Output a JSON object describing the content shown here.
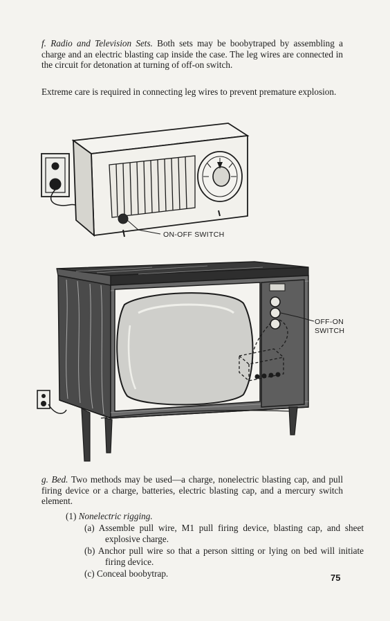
{
  "section_f": {
    "label": "f. Radio and Television Sets.",
    "body": " Both sets may be boobytraped by assembling a charge and an electric blasting cap inside the case. The leg wires are connected in the circuit for detonation at turning of off-on switch.",
    "caution": "Extreme care is required in connecting leg wires to prevent premature explosion."
  },
  "figure": {
    "radio_callout": "ON-OFF SWITCH",
    "tv_callout_line1": "OFF-ON",
    "tv_callout_line2": "SWITCH",
    "icons": [
      "radio-illustration",
      "television-cabinet-illustration",
      "wall-outlet-icon"
    ]
  },
  "section_g": {
    "label": "g. Bed.",
    "body": " Two methods may be used—a charge, nonelectric blasting cap, and pull firing device or a charge, batteries, electric blasting cap, and a mercury switch element.",
    "item1_num": "(1)",
    "item1_title": "Nonelectric rigging.",
    "sub_items": [
      {
        "label": "(a)",
        "text": "Assemble pull wire, M1 pull firing device, blasting cap, and sheet explosive charge."
      },
      {
        "label": "(b)",
        "text": "Anchor pull wire so that a person sitting or lying on bed will initiate firing device."
      },
      {
        "label": "(c)",
        "text": "Conceal boobytrap."
      }
    ]
  },
  "page_number": "75"
}
